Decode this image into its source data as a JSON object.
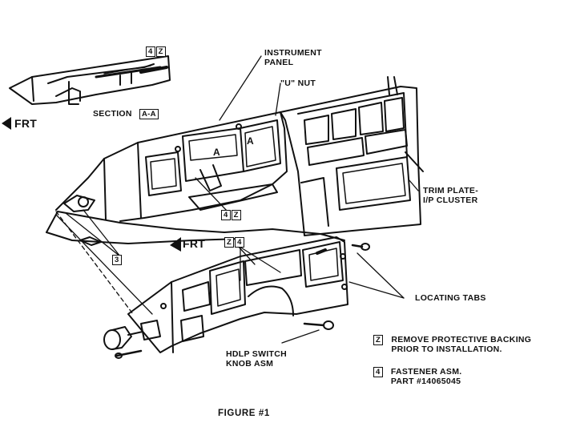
{
  "labels": {
    "instrument_panel": [
      "INSTRUMENT",
      "PANEL"
    ],
    "u_nut": "\"U\" NUT",
    "section": "SECTION",
    "section_id": "A-A",
    "frt": "FRT",
    "trim_plate": [
      "TRIM PLATE-",
      "I/P CLUSTER"
    ],
    "locating_tabs": "LOCATING TABS",
    "hdlp_switch": [
      "HDLP SWITCH",
      "KNOB ASM"
    ],
    "figure": "FIGURE #1",
    "detail_a": "A"
  },
  "callouts": {
    "c4": "4",
    "cz": "Z",
    "c3": "3"
  },
  "legend": [
    {
      "key": "Z",
      "lines": [
        "REMOVE PROTECTIVE BACKING",
        "PRIOR TO INSTALLATION."
      ]
    },
    {
      "key": "4",
      "lines": [
        "FASTENER ASM.",
        "PART #14065045"
      ]
    }
  ]
}
